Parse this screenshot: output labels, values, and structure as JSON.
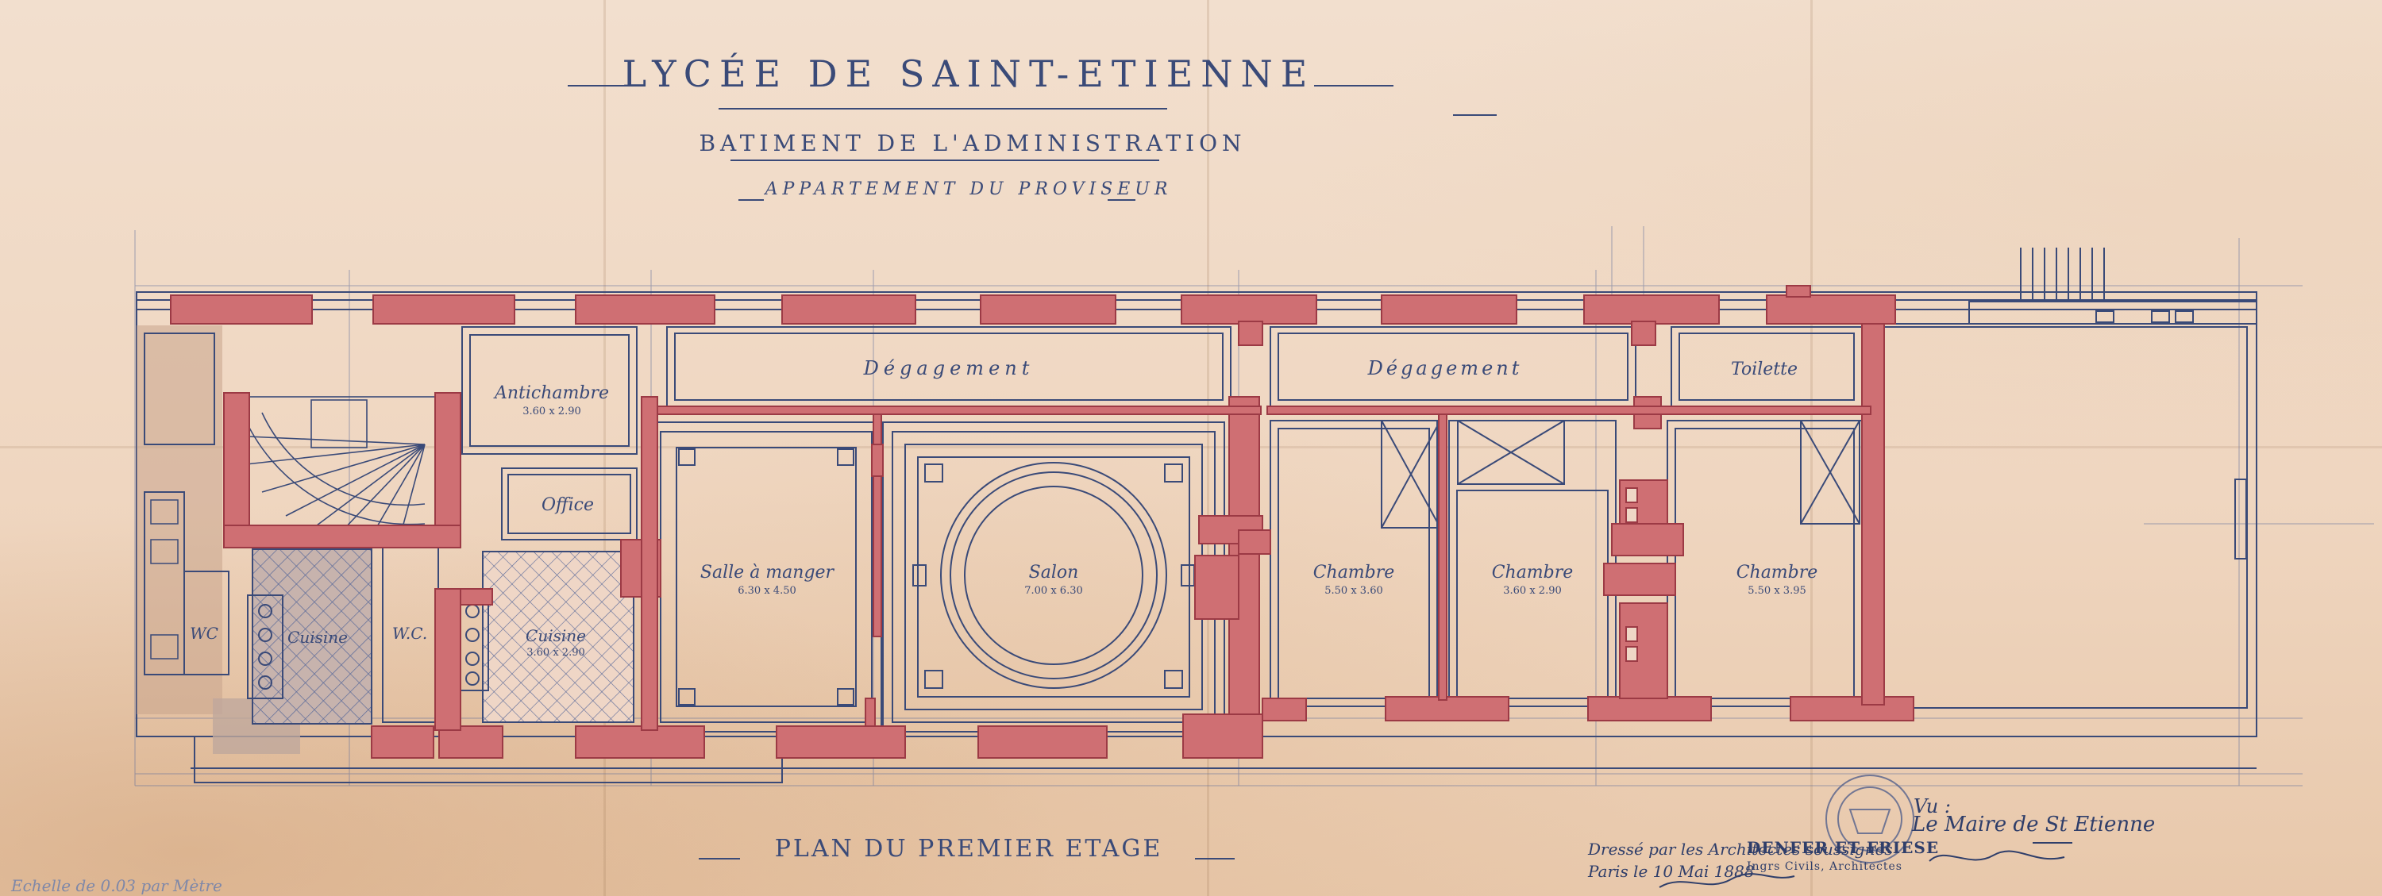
{
  "sheet": {
    "title": "LYCÉE DE SAINT-ETIENNE",
    "building": "BATIMENT DE L'ADMINISTRATION",
    "apartment": "APPARTEMENT DU PROVISEUR",
    "plan_title": "PLAN DU PREMIER ETAGE",
    "scale": "Echelle de 0.03 par Mètre"
  },
  "rooms": {
    "antichambre": {
      "name": "Antichambre",
      "dims": "3.60 x 2.90"
    },
    "degagement_1": {
      "name": "Dégagement"
    },
    "degagement_2": {
      "name": "Dégagement"
    },
    "toilette": {
      "name": "Toilette"
    },
    "office": {
      "name": "Office"
    },
    "salle_a_manger": {
      "name": "Salle à manger",
      "dims": "6.30 x 4.50"
    },
    "salon": {
      "name": "Salon",
      "dims": "7.00 x 6.30"
    },
    "chambre_1": {
      "name": "Chambre",
      "dims": "5.50 x 3.60"
    },
    "chambre_2": {
      "name": "Chambre",
      "dims": "3.60 x 2.90"
    },
    "chambre_3": {
      "name": "Chambre",
      "dims": "5.50 x 3.95"
    },
    "wc_1": {
      "name": "WC"
    },
    "wc_2": {
      "name": "W.C."
    },
    "cuisine_1": {
      "name": "Cuisine"
    },
    "cuisine_2": {
      "name": "Cuisine",
      "dims": "3.60 x 2.90"
    }
  },
  "signatures": {
    "drawn_by": "Dressé par les Architectes soussignés",
    "place_date": "Paris le 10 Mai 1888",
    "architects": "DENFER ET FRIESE",
    "architects_title": "Ingrs Civils, Architectes",
    "vu": "Vu :",
    "mayor": "Le Maire de St Etienne"
  },
  "colors": {
    "paper": "#efd9c6",
    "ink": "#3a4a78",
    "wall_fill": "#cf6f73",
    "wall_stroke": "#9c3a45",
    "tile": "#b8a9a6"
  }
}
